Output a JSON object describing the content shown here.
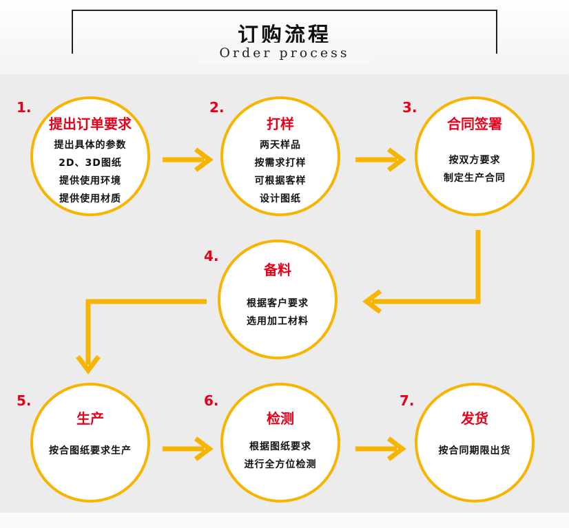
{
  "header": {
    "title": "订购流程",
    "subtitle": "Order process"
  },
  "steps": [
    {
      "num": "1.",
      "title": "提出订单要求",
      "lines": [
        "提出具体的参数",
        "2D、3D图纸",
        "提供使用环境",
        "提供使用材质"
      ]
    },
    {
      "num": "2.",
      "title": "打样",
      "lines": [
        "两天样品",
        "按需求打样",
        "可根据客样",
        "设计图纸"
      ]
    },
    {
      "num": "3.",
      "title": "合同签署",
      "lines": [
        "按双方要求",
        "制定生产合同"
      ]
    },
    {
      "num": "4.",
      "title": "备料",
      "lines": [
        "根据客户要求",
        "选用加工材料"
      ]
    },
    {
      "num": "5.",
      "title": "生产",
      "lines": [
        "按合图纸要求生产"
      ]
    },
    {
      "num": "6.",
      "title": "检测",
      "lines": [
        "根据图纸要求",
        "进行全方位检测"
      ]
    },
    {
      "num": "7.",
      "title": "发货",
      "lines": [
        "按合同期限出货"
      ]
    }
  ],
  "colors": {
    "accent": "#f7b400",
    "title_red": "#e6001a"
  }
}
